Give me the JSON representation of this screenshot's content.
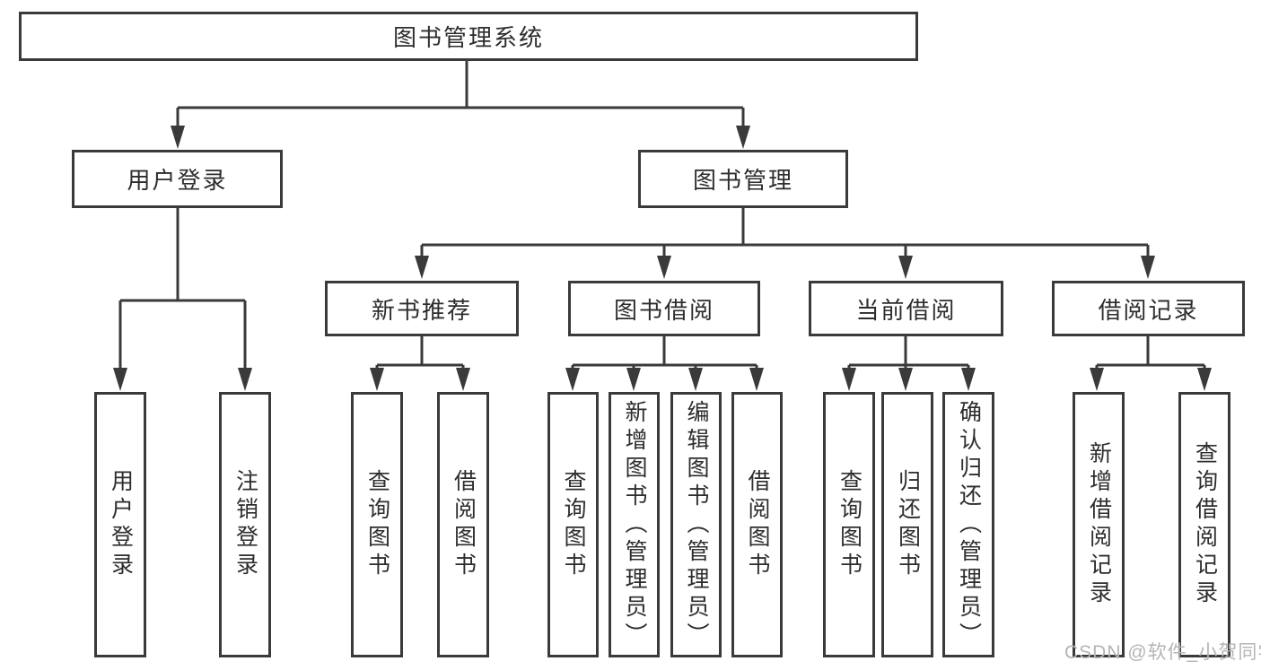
{
  "tree": {
    "label": "图书管理系统",
    "children": [
      {
        "label": "用户登录",
        "children": [
          {
            "label": "用户登录"
          },
          {
            "label": "注销登录"
          }
        ]
      },
      {
        "label": "图书管理",
        "children": [
          {
            "label": "新书推荐",
            "children": [
              {
                "label": "查询图书"
              },
              {
                "label": "借阅图书"
              }
            ]
          },
          {
            "label": "图书借阅",
            "children": [
              {
                "label": "查询图书"
              },
              {
                "label": "新增图书（管理员）"
              },
              {
                "label": "编辑图书（管理员）"
              },
              {
                "label": "借阅图书"
              }
            ]
          },
          {
            "label": "当前借阅",
            "children": [
              {
                "label": "查询图书"
              },
              {
                "label": "归还图书"
              },
              {
                "label": "确认归还（管理员）"
              }
            ]
          },
          {
            "label": "借阅记录",
            "children": [
              {
                "label": "新增借阅记录"
              },
              {
                "label": "查询借阅记录"
              }
            ]
          }
        ]
      }
    ]
  },
  "watermark": {
    "text": "CSDN @软件_小贺同学"
  },
  "colors": {
    "line": "#3a3a3a",
    "text": "#2d2d2d",
    "watermark": "#b5b5b5",
    "background": "#ffffff"
  }
}
